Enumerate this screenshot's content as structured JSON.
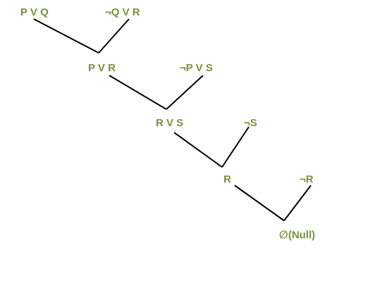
{
  "diagram": {
    "text_color": "#77933C",
    "line_color": "#000000",
    "nodes": {
      "n1": "P V Q",
      "n2": "¬Q V R",
      "n3": "P V R",
      "n4": "¬P V S",
      "n5": "R V S",
      "n6": "¬S",
      "n7": "R",
      "n8": "¬R",
      "n9": "∅(Null)"
    }
  }
}
